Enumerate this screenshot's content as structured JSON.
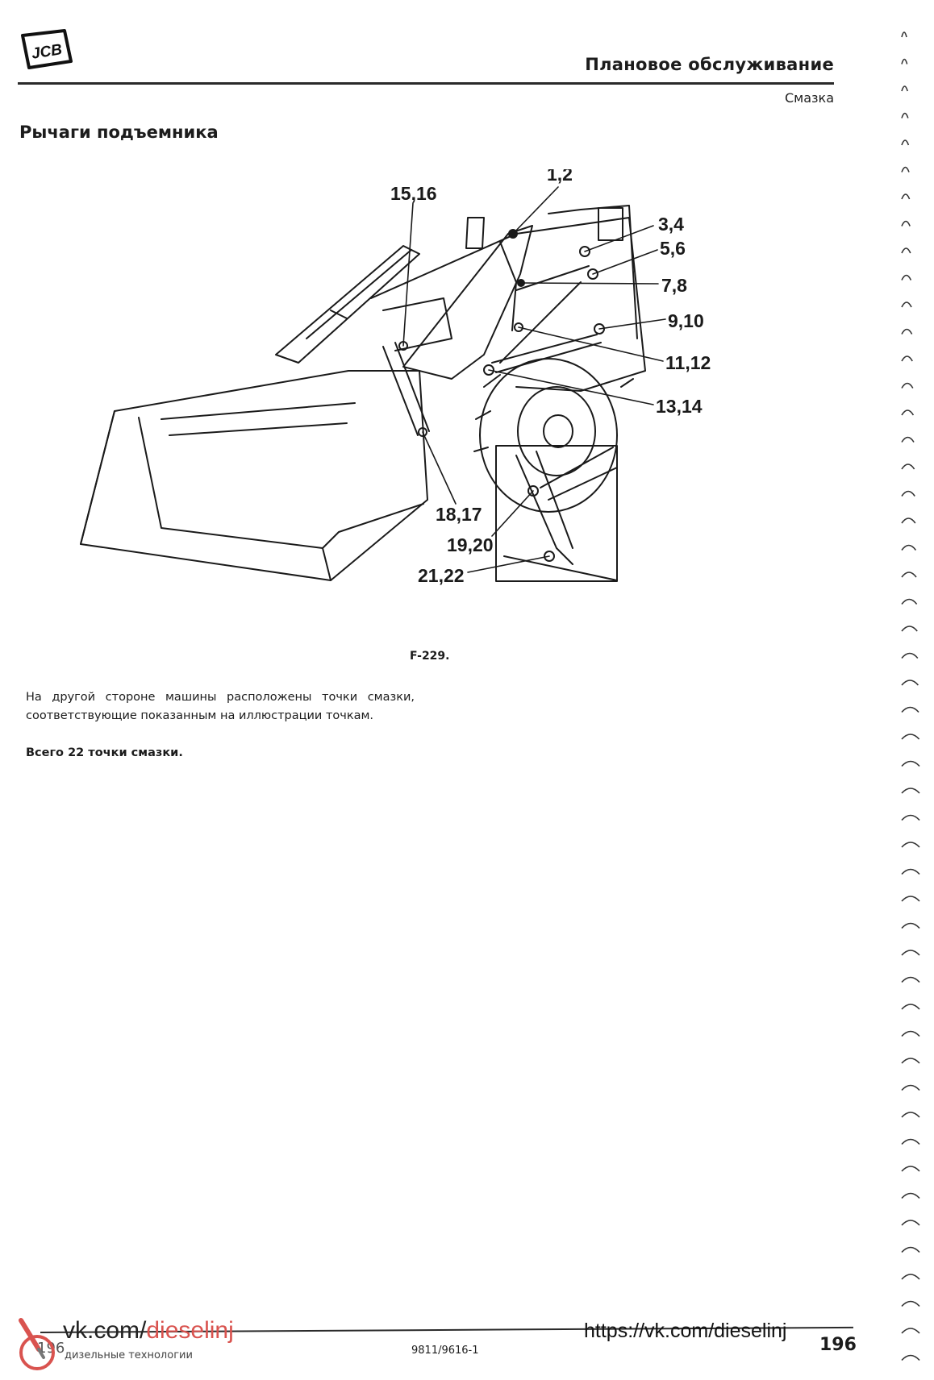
{
  "header": {
    "brand": "JCB",
    "title": "Плановое обслуживание",
    "subtitle": "Смазка"
  },
  "section_title": "Рычаги подъемника",
  "figure": {
    "caption": "F-229.",
    "callouts": [
      "1,2",
      "15,16",
      "3,4",
      "5,6",
      "7,8",
      "9,10",
      "11,12",
      "13,14",
      "18,17",
      "19,20",
      "21,22"
    ]
  },
  "body": {
    "note": "На другой стороне машины расположены точки смазки, соответствующие показанным на иллюстрации точкам.",
    "total": "Всего 22 точки смазки."
  },
  "footer": {
    "page_left": "196",
    "doc_number": "9811/9616-1",
    "page_right": "196"
  },
  "watermark": {
    "url_plain": "vk.com/",
    "url_accent": "dieselinj",
    "tagline": "дизельные технологии",
    "url_full": "https://vk.com/dieselinj"
  },
  "colors": {
    "accent": "#d9534f",
    "text": "#1c1c1c"
  }
}
